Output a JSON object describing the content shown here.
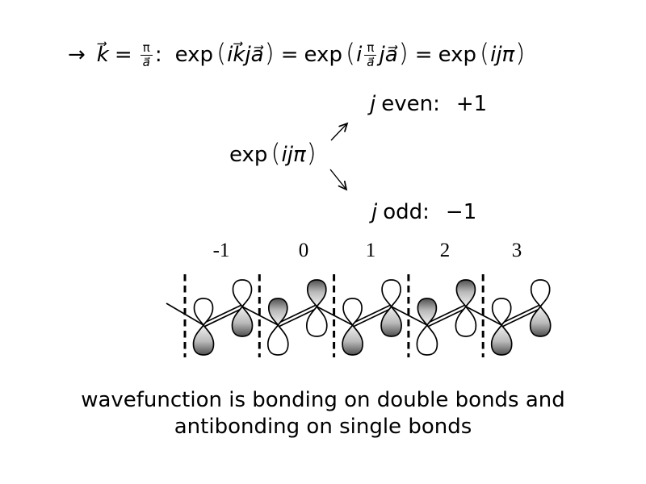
{
  "slide": {
    "background": "#ffffff",
    "text_color": "#000000"
  },
  "symbols": {
    "arrow": "→",
    "equals": "=",
    "colon": ":",
    "lparen": "(",
    "rparen": ")"
  },
  "top_formula": {
    "k_vec": "k⃗",
    "frac_num": "π",
    "frac_den": "a⃗",
    "exp": "exp",
    "term1": "ik⃗ja⃗",
    "term2_i": "i",
    "term2_frac_num": "π",
    "term2_frac_den": "a⃗",
    "term2_rest": "ja⃗",
    "term3": "ijπ"
  },
  "branch": {
    "exp": "exp",
    "arg": "ijπ",
    "even_var": "j",
    "even_label": "even:",
    "even_value": "+1",
    "odd_var": "j",
    "odd_label": "odd:",
    "odd_value": "−1"
  },
  "orbital_diagram": {
    "cells": [
      {
        "label": "-1",
        "phase": "top-white-bottom-shaded"
      },
      {
        "label": "0",
        "phase": "top-shaded-bottom-white"
      },
      {
        "label": "1",
        "phase": "top-white-bottom-shaded"
      },
      {
        "label": "2",
        "phase": "top-shaded-bottom-white"
      },
      {
        "label": "3",
        "phase": "top-white-bottom-shaded"
      }
    ],
    "colors": {
      "outline": "#000000",
      "lobe_white": "#ffffff",
      "shade_light": "#f2f2f2",
      "shade_mid": "#b9b9b9",
      "shade_dark": "#4f4f4f"
    }
  },
  "caption": {
    "line1": "wavefunction is bonding on double bonds and",
    "line2": "antibonding on single bonds"
  }
}
